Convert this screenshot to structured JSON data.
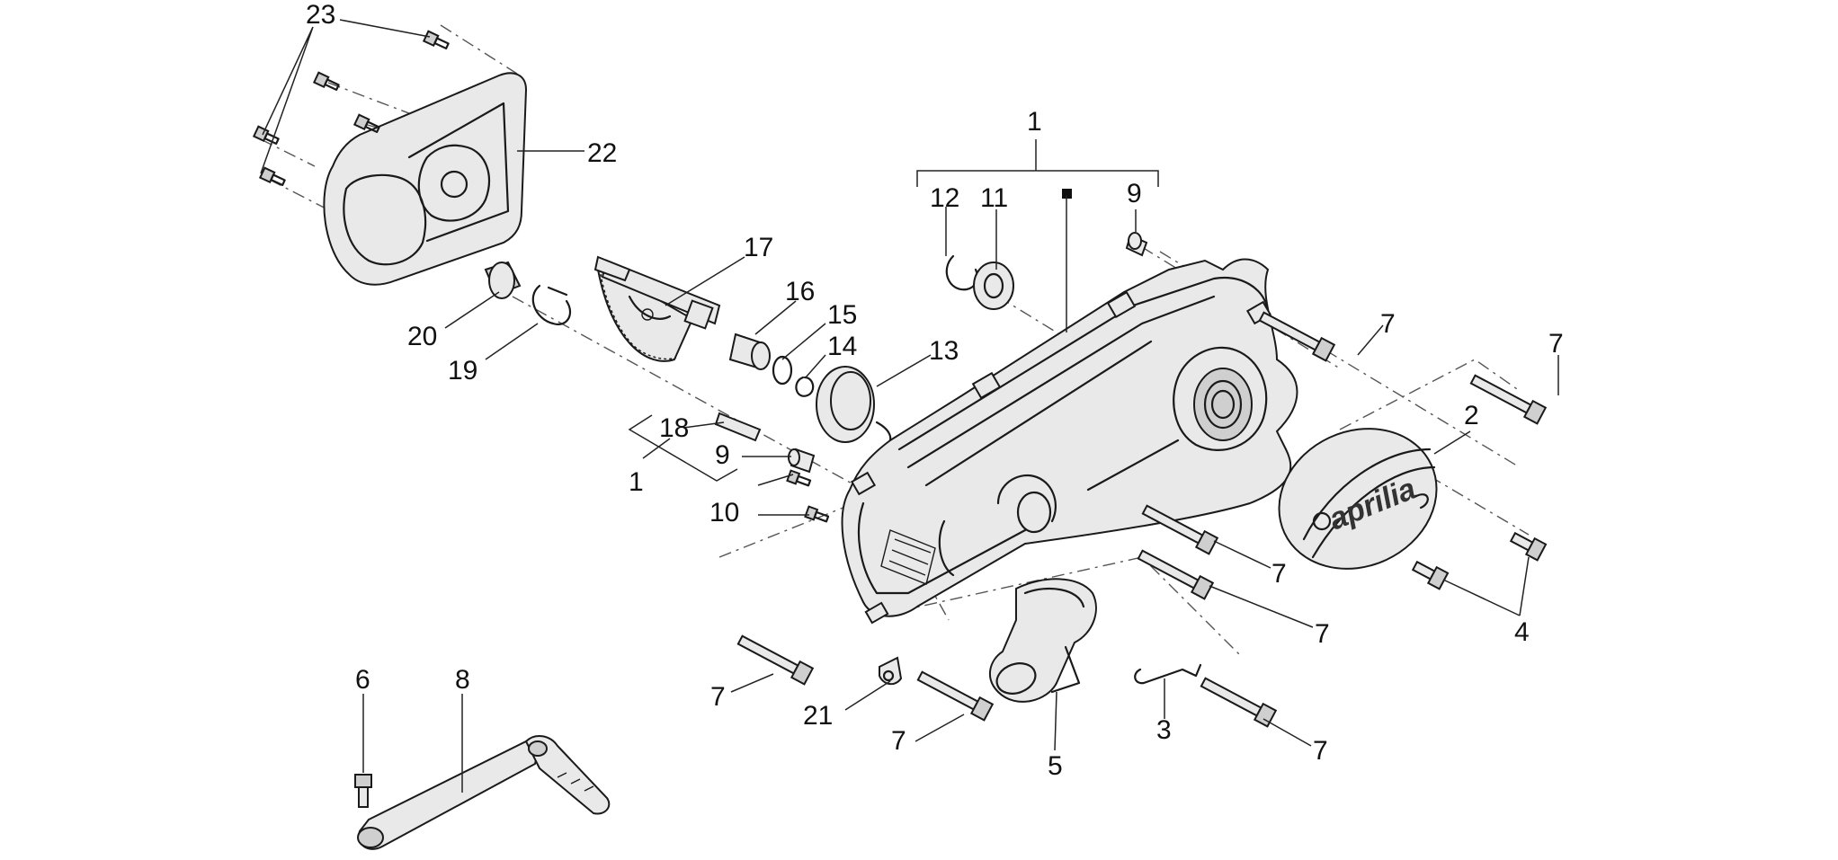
{
  "diagram": {
    "brand_logo_text": "aprilia",
    "section_marker": "■",
    "callouts": [
      {
        "id": "c23",
        "text": "23"
      },
      {
        "id": "c22",
        "text": "22"
      },
      {
        "id": "c1_top",
        "text": "1"
      },
      {
        "id": "c12",
        "text": "12"
      },
      {
        "id": "c11",
        "text": "11"
      },
      {
        "id": "c9_top",
        "text": "9"
      },
      {
        "id": "c17",
        "text": "17"
      },
      {
        "id": "c16",
        "text": "16"
      },
      {
        "id": "c15",
        "text": "15"
      },
      {
        "id": "c14",
        "text": "14"
      },
      {
        "id": "c13",
        "text": "13"
      },
      {
        "id": "c20",
        "text": "20"
      },
      {
        "id": "c19",
        "text": "19"
      },
      {
        "id": "c18",
        "text": "18"
      },
      {
        "id": "c9_left",
        "text": "9"
      },
      {
        "id": "c1_left",
        "text": "1"
      },
      {
        "id": "c10",
        "text": "10"
      },
      {
        "id": "c7_a",
        "text": "7"
      },
      {
        "id": "c7_b",
        "text": "7"
      },
      {
        "id": "c2",
        "text": "2"
      },
      {
        "id": "c7_c",
        "text": "7"
      },
      {
        "id": "c7_d",
        "text": "7"
      },
      {
        "id": "c4",
        "text": "4"
      },
      {
        "id": "c7_e",
        "text": "7"
      },
      {
        "id": "c21",
        "text": "21"
      },
      {
        "id": "c7_f",
        "text": "7"
      },
      {
        "id": "c5",
        "text": "5"
      },
      {
        "id": "c3",
        "text": "3"
      },
      {
        "id": "c7_g",
        "text": "7"
      },
      {
        "id": "c6",
        "text": "6"
      },
      {
        "id": "c8",
        "text": "8"
      }
    ]
  }
}
